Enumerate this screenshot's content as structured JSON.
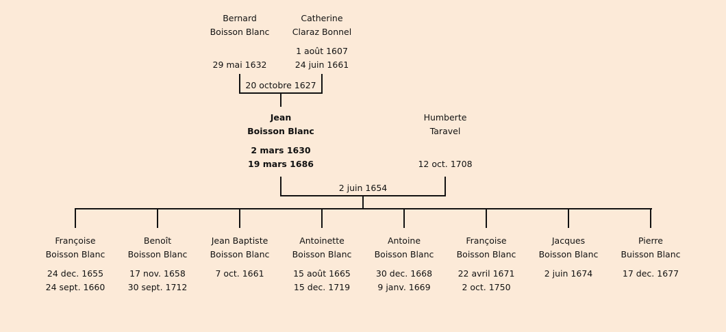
{
  "grandparents": {
    "father": {
      "first": "Bernard",
      "last": "Boisson Blanc",
      "birth": "",
      "death": "29 mai 1632"
    },
    "mother": {
      "first": "Catherine",
      "last": "Claraz Bonnel",
      "birth": "1 août 1607",
      "death": "24 juin 1661"
    },
    "marriage": "20 octobre 1627"
  },
  "couple": {
    "husband": {
      "first": "Jean",
      "last": "Boisson Blanc",
      "birth": "2 mars 1630",
      "death": "19 mars 1686"
    },
    "wife": {
      "first": "Humberte",
      "last": "Taravel",
      "birth": "",
      "death": "12 oct. 1708"
    },
    "marriage": "2 juin 1654"
  },
  "children": [
    {
      "first": "Françoise",
      "last": "Boisson Blanc",
      "birth": "24 dec. 1655",
      "death": "24 sept. 1660"
    },
    {
      "first": "Benoît",
      "last": "Boisson Blanc",
      "birth": "17 nov. 1658",
      "death": "30 sept. 1712"
    },
    {
      "first": "Jean Baptiste",
      "last": "Boisson Blanc",
      "birth": "7 oct. 1661",
      "death": ""
    },
    {
      "first": "Antoinette",
      "last": "Boisson Blanc",
      "birth": "15 août 1665",
      "death": "15 dec. 1719"
    },
    {
      "first": "Antoine",
      "last": "Boisson Blanc",
      "birth": "30 dec. 1668",
      "death": "9 janv. 1669"
    },
    {
      "first": "Françoise",
      "last": "Boisson Blanc",
      "birth": "22 avril 1671",
      "death": "2 oct. 1750"
    },
    {
      "first": "Jacques",
      "last": "Boisson Blanc",
      "birth": "2 juin 1674",
      "death": ""
    },
    {
      "first": "Pierre",
      "last": "Buisson Blanc",
      "birth": "17 dec. 1677",
      "death": ""
    }
  ]
}
